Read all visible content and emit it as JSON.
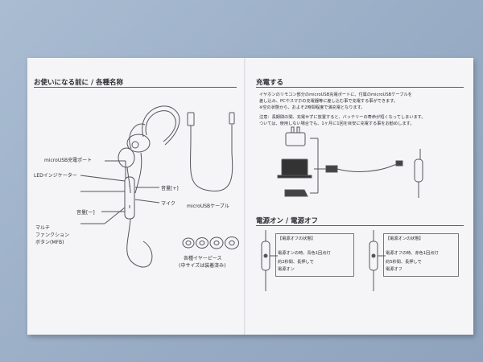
{
  "left": {
    "heading": "お使いになる前に / 各種名称",
    "labels": {
      "usb_port": "microUSB充電ポート",
      "led": "LEDインジケーター",
      "vol_up": "音量[+]",
      "mic": "マイク",
      "vol_down": "音量[ー]",
      "mfb_1": "マルチ",
      "mfb_2": "ファンクション",
      "mfb_3": "ボタン(MFB)",
      "cable": "microUSBケーブル",
      "eartips_1": "各種イヤーピース",
      "eartips_2": "(中サイズは装着済み)"
    }
  },
  "right": {
    "charge_heading": "充電する",
    "charge_body": [
      "イヤホンのリモコン部分のmicroUSB充電ポートに、付属のmicroUSBケーブルを",
      "差し込み、PCやスマホの充電器等に差し込む事で充電する事ができます。",
      "※空の状態から、およそ2時間程度で満充電となります。"
    ],
    "charge_note": [
      "注意：長期間の間、充電せずに放置すると、バッテリーの寿命が短くなってしまいます。",
      "ついては、使用しない場合でも、1ヶ月に1回を目安に充電する事をお勧めします。"
    ],
    "power_heading": "電源オン / 電源オフ",
    "power_off_box": {
      "title": "【電源オフの状態】",
      "line1": "電源オンの時、青色1回点灯",
      "line2": "約2秒間、長押しで",
      "line3": "電源オン"
    },
    "power_on_box": {
      "title": "【電源オンの状態】",
      "line1": "電源オフの時、赤色1回点灯",
      "line2": "約5秒間、長押しで",
      "line3": "電源オフ"
    }
  },
  "colors": {
    "background": "#9fb2c9",
    "paper": "#f5f5f7",
    "ink": "#2d2d33"
  }
}
